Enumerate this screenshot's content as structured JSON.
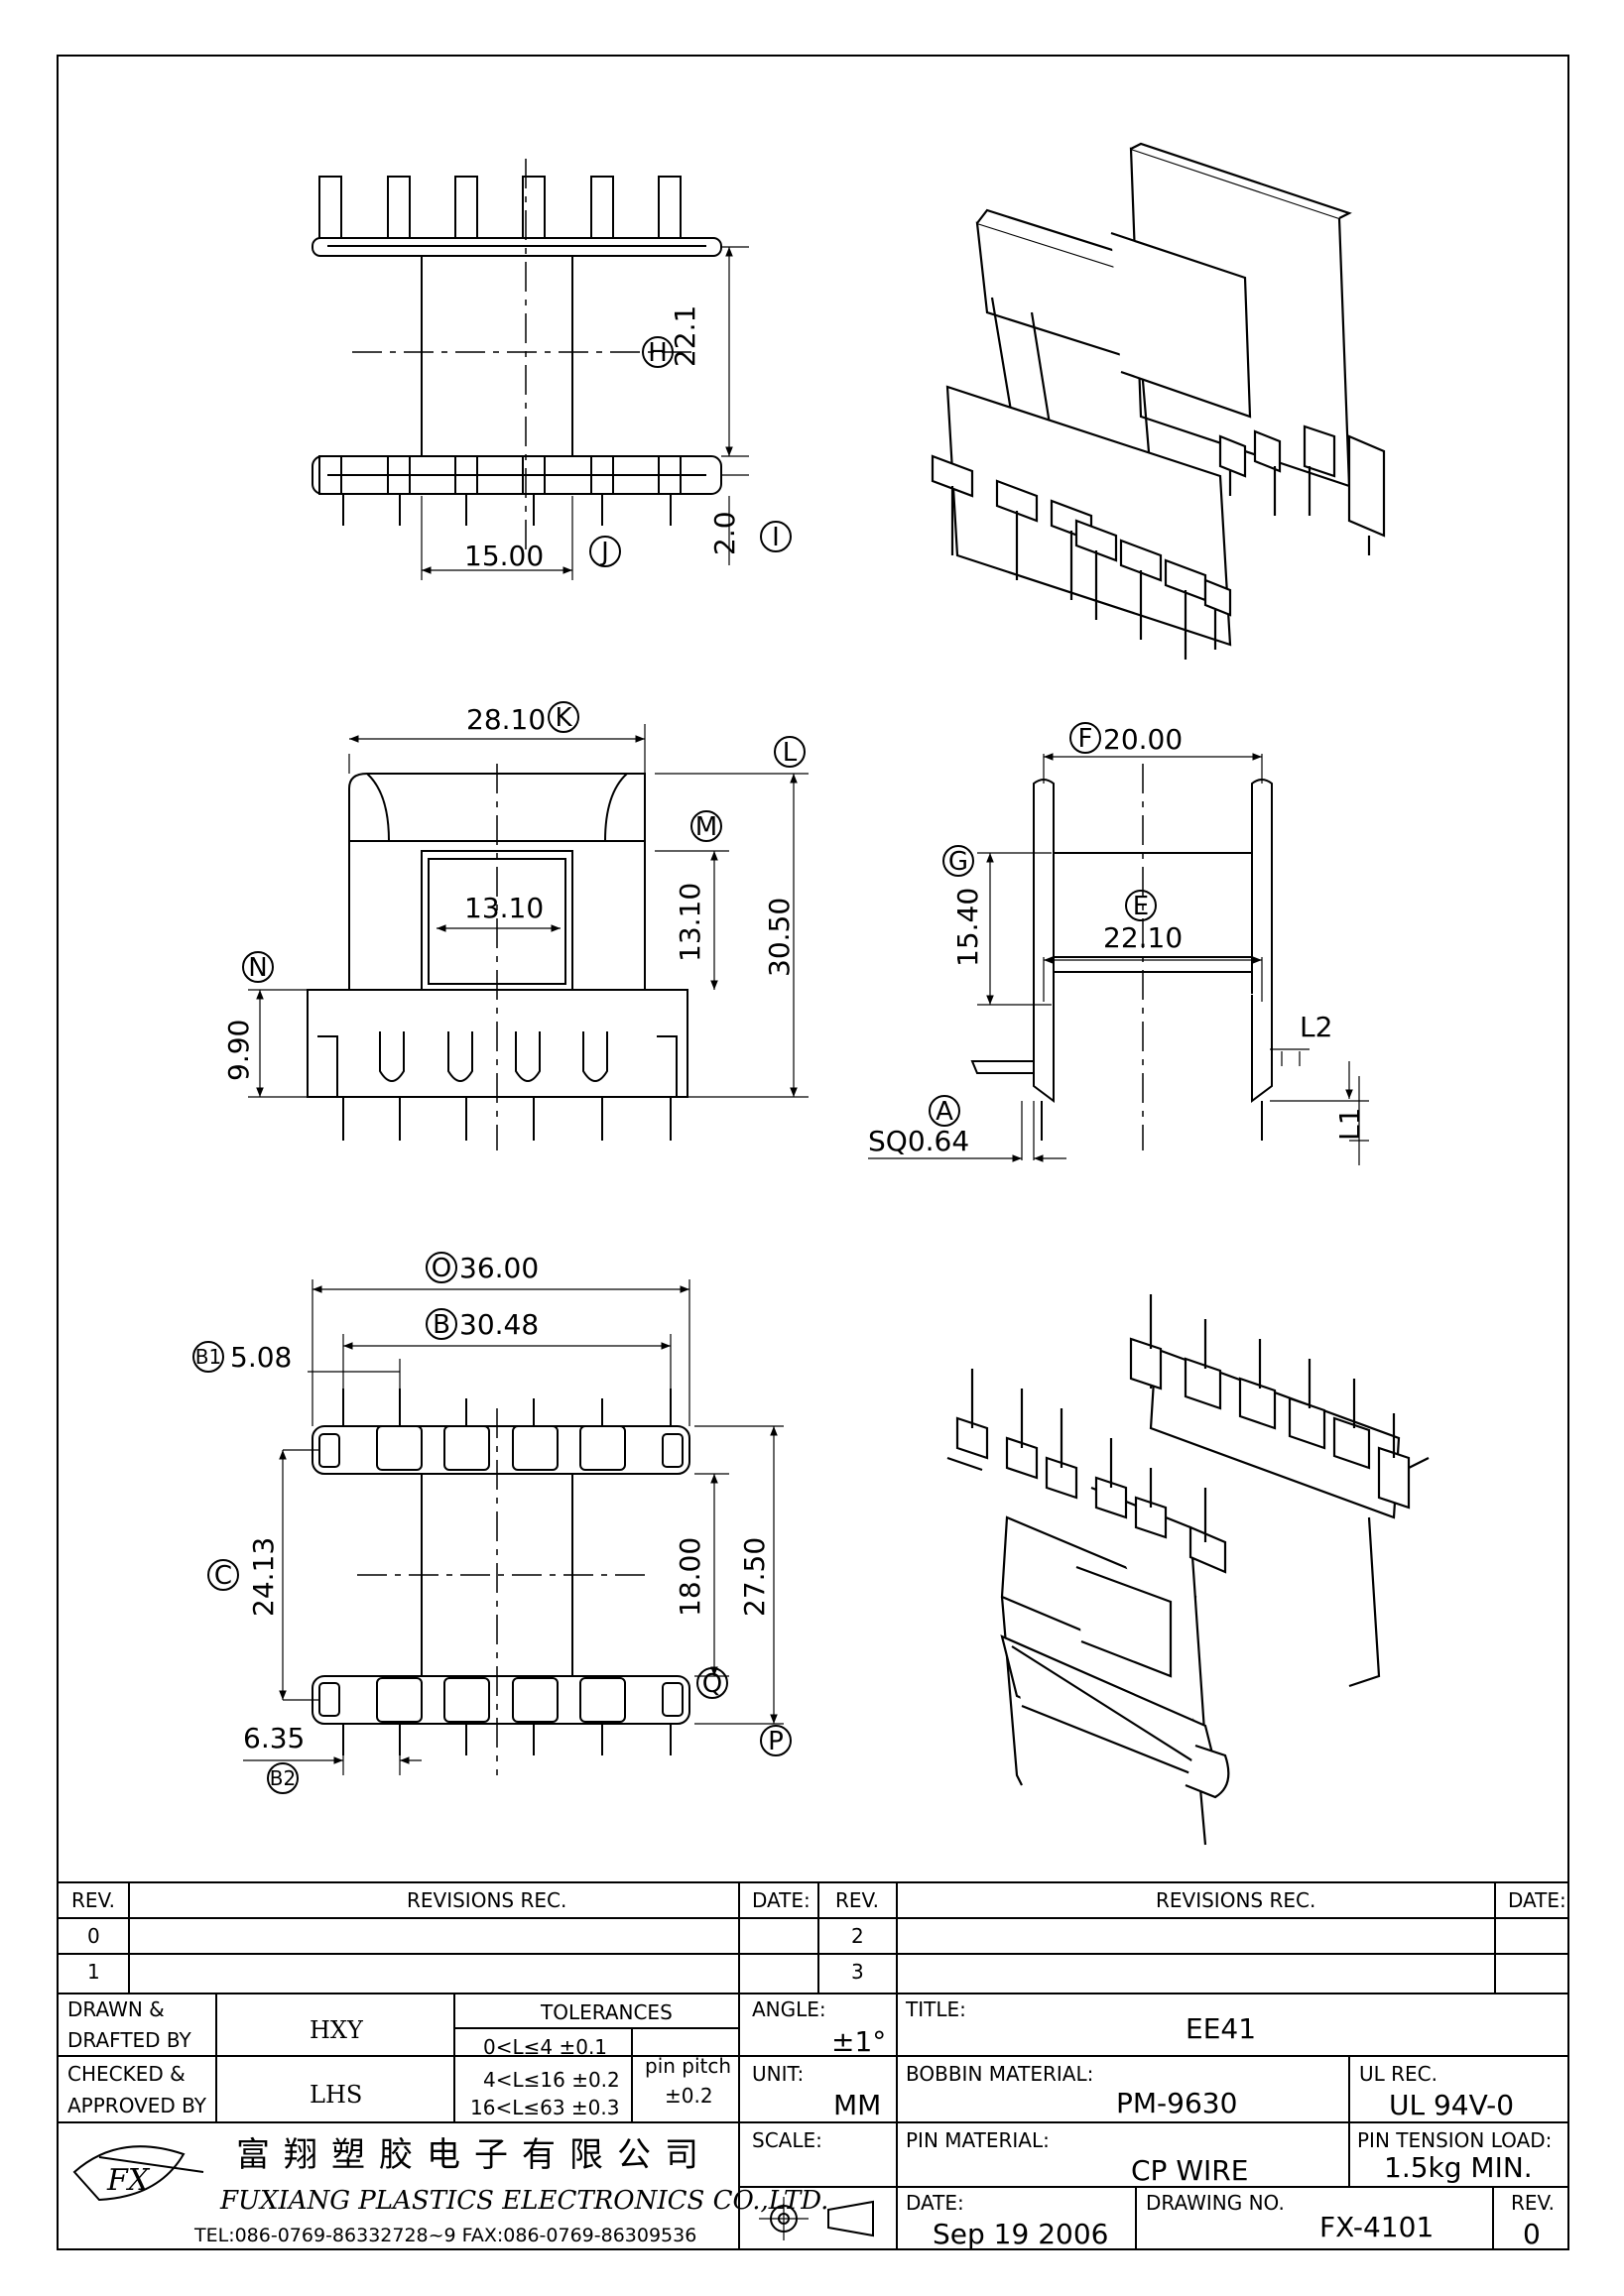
{
  "views": {
    "top_view": {
      "dim_width": "15.00",
      "dim_height": "22.1",
      "dim_pin": "2.0",
      "label_h": "H",
      "label_i": "I",
      "label_j": "J"
    },
    "front_view": {
      "dim_width": "28.10",
      "label_k": "K",
      "label_l": "L",
      "label_m": "M",
      "label_n": "N",
      "dim_window_w": "13.10",
      "dim_window_h": "13.10",
      "dim_total_h": "30.50",
      "dim_base": "9.90"
    },
    "side_view": {
      "dim_f": "20.00",
      "label_f": "F",
      "label_g": "G",
      "label_e": "E",
      "label_a": "A",
      "dim_g": "15.40",
      "dim_e": "22.10",
      "dim_sq": "SQ0.64",
      "label_l2": "L2",
      "label_l1": "L1"
    },
    "bottom_view": {
      "dim_o": "36.00",
      "label_o": "O",
      "dim_b": "30.48",
      "label_b": "B",
      "dim_b1": "5.08",
      "label_b1": "B1",
      "dim_c": "24.13",
      "label_c": "C",
      "dim_inner": "18.00",
      "dim_outer": "27.50",
      "dim_b2": "6.35",
      "label_b2": "B2",
      "label_p": "P",
      "label_q": "Q"
    }
  },
  "title_block": {
    "col_rev": "REV.",
    "col_revisions": "REVISIONS   REC.",
    "col_date": "DATE:",
    "col_rev2": "REV.",
    "col_revisions2": "REVISIONS   REC.",
    "col_date2": "DATE:",
    "rev_rows_left": [
      "0",
      "1"
    ],
    "rev_rows_right": [
      "2",
      "3"
    ],
    "drawn_label_1": "DRAWN  &",
    "drawn_label_2": "DRAFTED BY",
    "drawn_value": "HXY",
    "checked_label_1": "CHECKED  &",
    "checked_label_2": "APPROVED  BY",
    "checked_value": "LHS",
    "tolerances_label": "TOLERANCES",
    "tol_1": "0<L≤4    ±0.1",
    "tol_2": "4<L≤16  ±0.2",
    "tol_3": "16<L≤63  ±0.3",
    "pin_pitch_label": "pin  pitch",
    "pin_pitch_value": "±0.2",
    "angle_label": "ANGLE:",
    "angle_value": "±1°",
    "unit_label": "UNIT:",
    "unit_value": "MM",
    "scale_label": "SCALE:",
    "title_label": "TITLE:",
    "title_value": "EE41",
    "bobbin_label": "BOBBIN  MATERIAL:",
    "bobbin_value": "PM-9630",
    "ul_label": "UL  REC.",
    "ul_value": "UL  94V-0",
    "pin_material_label": "PIN  MATERIAL:",
    "pin_material_value": "CP  WIRE",
    "pin_tension_label": "PIN  TENSION  LOAD:",
    "pin_tension_value": "1.5kg  MIN.",
    "date_label": "DATE:",
    "date_value": "Sep  19  2006",
    "drawing_no_label": "DRAWING  NO.",
    "drawing_no_value": "FX-4101",
    "rev_label": "REV.",
    "rev_value": "0",
    "company_cn": "富翔塑胶电子有限公司",
    "company_en": "FUXIANG  PLASTICS  ELECTRONICS  CO.,LTD.",
    "company_contact": "TEL:086-0769-86332728~9   FAX:086-0769-86309536",
    "logo_text": "FX"
  }
}
